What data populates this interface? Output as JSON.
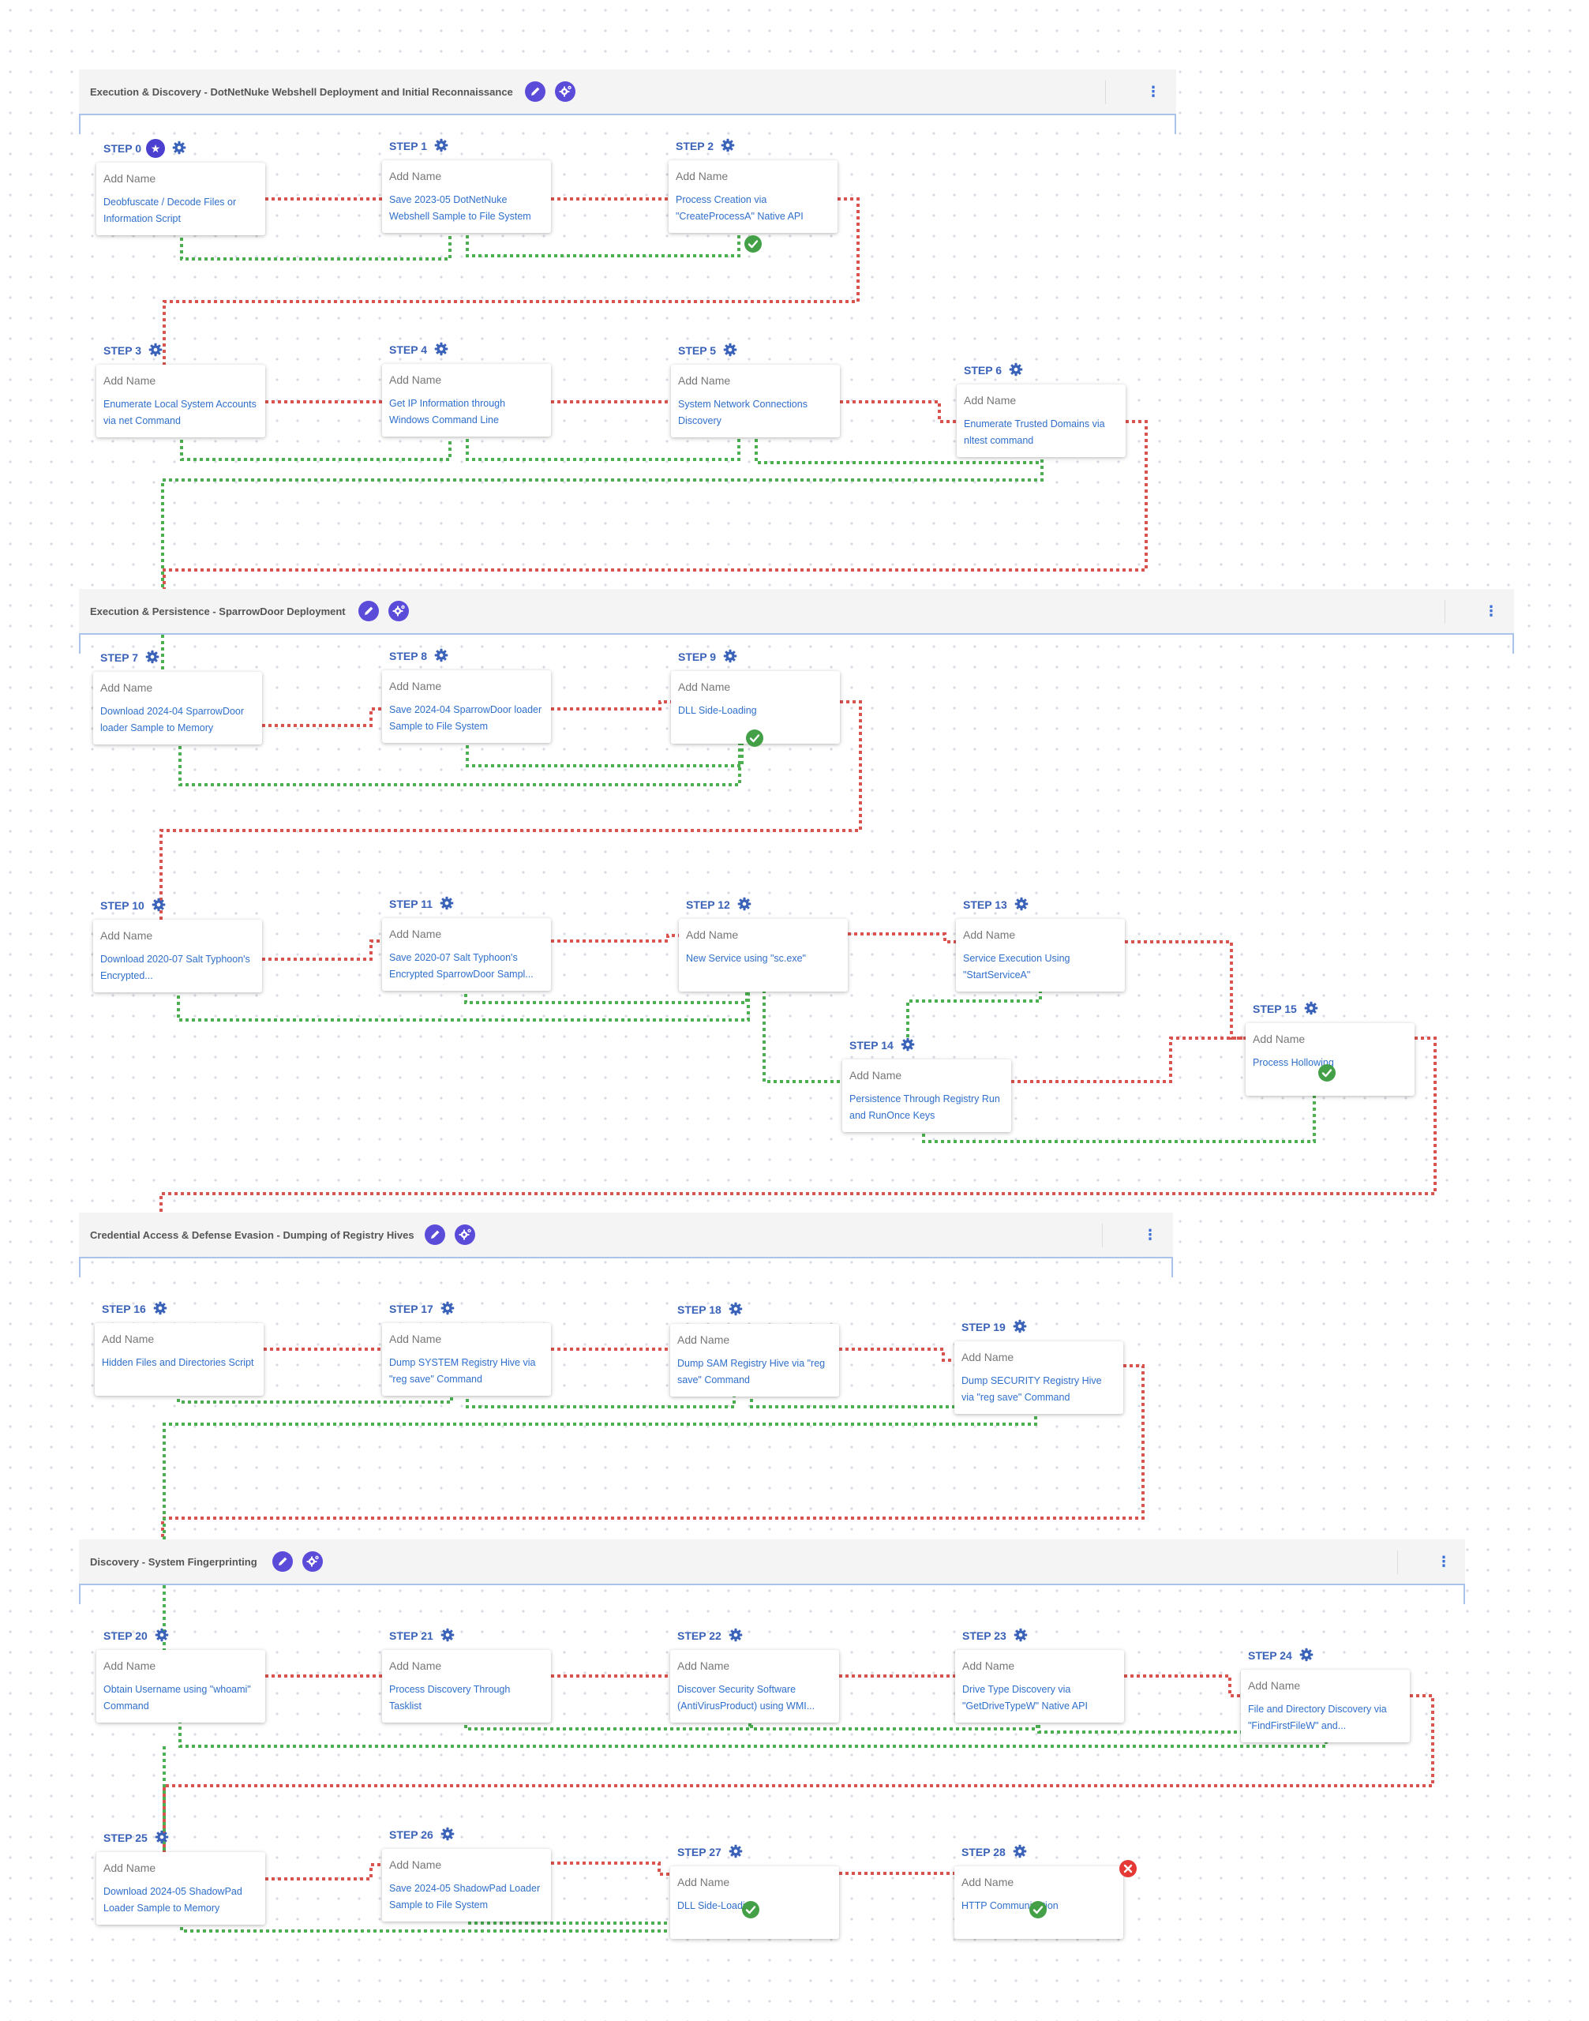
{
  "sections": [
    {
      "title": "Execution & Discovery - DotNetNuke Webshell Deployment and Initial Reconnaissance"
    },
    {
      "title": "Execution & Persistence - SparrowDoor Deployment"
    },
    {
      "title": "Credential Access & Defense Evasion - Dumping of Registry Hives"
    },
    {
      "title": "Discovery - System Fingerprinting"
    }
  ],
  "add_name_placeholder": "Add Name",
  "steps": [
    {
      "label": "STEP 0",
      "name": "Add Name",
      "desc": "Deobfuscate / Decode Files or Information Script"
    },
    {
      "label": "STEP 1",
      "name": "Add Name",
      "desc": "Save 2023-05 DotNetNuke Webshell Sample to File System"
    },
    {
      "label": "STEP 2",
      "name": "Add Name",
      "desc": "Process Creation via \"CreateProcessA\" Native API"
    },
    {
      "label": "STEP 3",
      "name": "Add Name",
      "desc": "Enumerate Local System Accounts via net Command"
    },
    {
      "label": "STEP 4",
      "name": "Add Name",
      "desc": "Get IP Information through Windows Command Line"
    },
    {
      "label": "STEP 5",
      "name": "Add Name",
      "desc": "System Network Connections Discovery"
    },
    {
      "label": "STEP 6",
      "name": "Add Name",
      "desc": "Enumerate Trusted Domains via nltest command"
    },
    {
      "label": "STEP 7",
      "name": "Add Name",
      "desc": "Download 2024-04 SparrowDoor loader Sample to Memory"
    },
    {
      "label": "STEP 8",
      "name": "Add Name",
      "desc": "Save 2024-04 SparrowDoor loader Sample to File System"
    },
    {
      "label": "STEP 9",
      "name": "Add Name",
      "desc": "DLL Side-Loading"
    },
    {
      "label": "STEP 10",
      "name": "Add Name",
      "desc": "Download 2020-07 Salt Typhoon's Encrypted..."
    },
    {
      "label": "STEP 11",
      "name": "Add Name",
      "desc": "Save 2020-07 Salt Typhoon's Encrypted SparrowDoor Sampl..."
    },
    {
      "label": "STEP 12",
      "name": "Add Name",
      "desc": "New Service using \"sc.exe\""
    },
    {
      "label": "STEP 13",
      "name": "Add Name",
      "desc": "Service Execution Using \"StartServiceA\""
    },
    {
      "label": "STEP 14",
      "name": "Add Name",
      "desc": "Persistence Through Registry Run and RunOnce Keys"
    },
    {
      "label": "STEP 15",
      "name": "Add Name",
      "desc": "Process Hollowing"
    },
    {
      "label": "STEP 16",
      "name": "Add Name",
      "desc": "Hidden Files and Directories Script"
    },
    {
      "label": "STEP 17",
      "name": "Add Name",
      "desc": "Dump SYSTEM Registry Hive via \"reg save\" Command"
    },
    {
      "label": "STEP 18",
      "name": "Add Name",
      "desc": "Dump SAM Registry Hive via \"reg save\" Command"
    },
    {
      "label": "STEP 19",
      "name": "Add Name",
      "desc": "Dump SECURITY Registry Hive via \"reg save\" Command"
    },
    {
      "label": "STEP 20",
      "name": "Add Name",
      "desc": "Obtain Username using \"whoami\" Command"
    },
    {
      "label": "STEP 21",
      "name": "Add Name",
      "desc": "Process Discovery Through Tasklist"
    },
    {
      "label": "STEP 22",
      "name": "Add Name",
      "desc": "Discover Security Software (AntiVirusProduct) using WMI..."
    },
    {
      "label": "STEP 23",
      "name": "Add Name",
      "desc": "Drive Type Discovery via \"GetDriveTypeW\" Native API"
    },
    {
      "label": "STEP 24",
      "name": "Add Name",
      "desc": "File and Directory Discovery via \"FindFirstFileW\" and..."
    },
    {
      "label": "STEP 25",
      "name": "Add Name",
      "desc": "Download 2024-05 ShadowPad Loader Sample to Memory"
    },
    {
      "label": "STEP 26",
      "name": "Add Name",
      "desc": "Save 2024-05 ShadowPad Loader Sample to File System"
    },
    {
      "label": "STEP 27",
      "name": "Add Name",
      "desc": "DLL Side-Loading"
    },
    {
      "label": "STEP 28",
      "name": "Add Name",
      "desc": "HTTP Communication"
    }
  ],
  "status_badges": [
    {
      "step": "STEP 2",
      "status": "success"
    },
    {
      "step": "STEP 9",
      "status": "success"
    },
    {
      "step": "STEP 15",
      "status": "success"
    },
    {
      "step": "STEP 27",
      "status": "success"
    },
    {
      "step": "STEP 28",
      "status": "success"
    },
    {
      "step": "STEP 28",
      "status": "failure"
    }
  ],
  "icons": {
    "section_edit": "pencil-icon",
    "section_settings": "gear-icon",
    "section_menu": "kebab-menu-icon",
    "step_settings": "gear-icon",
    "start_step": "star-icon",
    "success": "check-circle-icon",
    "failure": "x-circle-icon"
  },
  "colors": {
    "accent": "#5b4bd9",
    "step_label": "#3a62b8",
    "description_link": "#2f6fcc",
    "success_wire": "#4caf50",
    "failure_wire": "#d9534f",
    "success_badge": "#43a047",
    "failure_badge": "#e53935",
    "section_border": "#a9c3ea"
  }
}
